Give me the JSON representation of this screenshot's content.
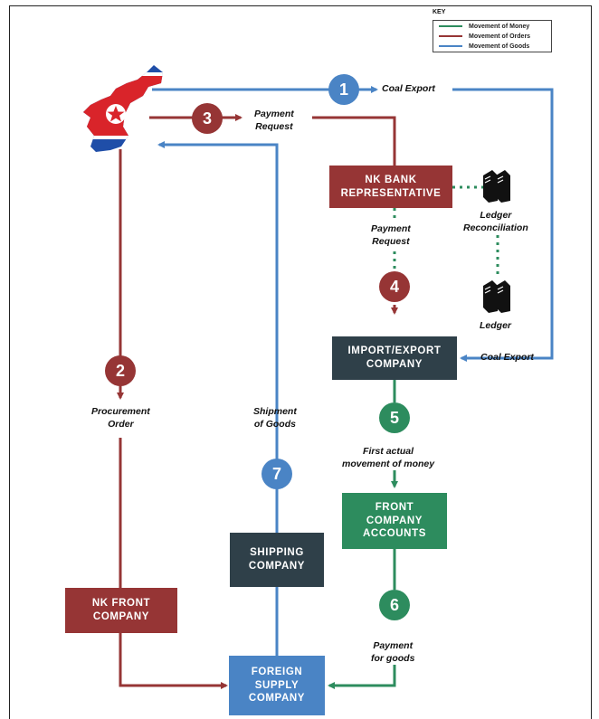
{
  "key": {
    "title": "KEY",
    "items": [
      {
        "label": "Movement of Money",
        "color": "#2d8c5e"
      },
      {
        "label": "Movement of Orders",
        "color": "#963535"
      },
      {
        "label": "Movement of Goods",
        "color": "#4a84c5"
      }
    ]
  },
  "colors": {
    "money": "#2d8c5e",
    "orders": "#963535",
    "goods": "#4a84c5",
    "entity": "#2f4049"
  },
  "icons": {
    "origin": "north-korea-map-flag-icon",
    "ledger": "ledger-books-icon"
  },
  "steps": {
    "s1": "1",
    "s2": "2",
    "s3": "3",
    "s4": "4",
    "s5": "5",
    "s6": "6",
    "s7": "7"
  },
  "boxes": {
    "nk_bank": {
      "line1": "NK BANK",
      "line2": "REPRESENTATIVE"
    },
    "import_export": {
      "line1": "IMPORT/EXPORT",
      "line2": "COMPANY"
    },
    "front_accounts": {
      "line1": "FRONT",
      "line2": "COMPANY",
      "line3": "ACCOUNTS"
    },
    "shipping": {
      "line1": "SHIPPING",
      "line2": "COMPANY"
    },
    "nk_front": {
      "line1": "NK FRONT",
      "line2": "COMPANY"
    },
    "foreign_supply": {
      "line1": "FOREIGN",
      "line2": "SUPPLY",
      "line3": "COMPANY"
    }
  },
  "labels": {
    "coal_export_top": "Coal Export",
    "coal_export_right": "Coal Export",
    "payment_request_top": {
      "line1": "Payment",
      "line2": "Request"
    },
    "payment_request_mid": {
      "line1": "Payment",
      "line2": "Request"
    },
    "ledger_reconciliation": {
      "line1": "Ledger",
      "line2": "Reconciliation"
    },
    "ledger": "Ledger",
    "procurement_order": {
      "line1": "Procurement",
      "line2": "Order"
    },
    "shipment_of_goods": {
      "line1": "Shipment",
      "line2": "of Goods"
    },
    "first_movement": {
      "line1": "First actual",
      "line2": "movement of money"
    },
    "payment_for_goods": {
      "line1": "Payment",
      "line2": "for goods"
    }
  }
}
